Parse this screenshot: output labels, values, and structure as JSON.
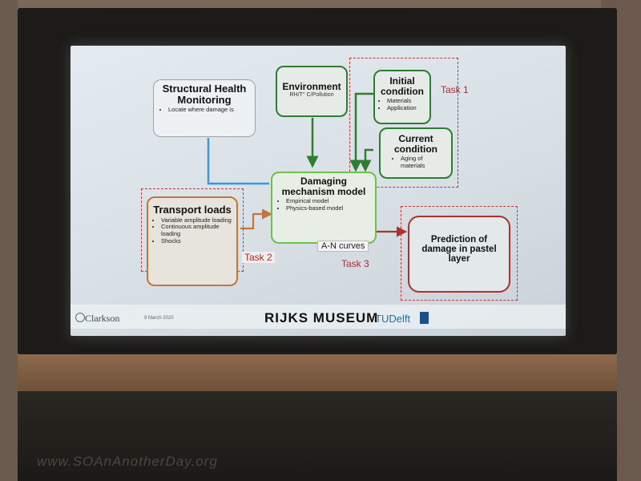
{
  "slide": {
    "structural": {
      "title": "Structural Health Monitoring",
      "bullets": [
        "Locate where damage is"
      ]
    },
    "environment": {
      "title": "Environment",
      "subtitle": "RH/T° C/Pollution"
    },
    "initial": {
      "title": "Initial condition",
      "bullets": [
        "Materials",
        "Application"
      ]
    },
    "current": {
      "title": "Current condition",
      "bullets": [
        "Aging of materials"
      ]
    },
    "damaging": {
      "title": "Damaging mechanism model",
      "bullets": [
        "Empirical model",
        "Physics-based model"
      ]
    },
    "transport": {
      "title": "Transport loads",
      "bullets": [
        "Variable amplitude loading",
        "Continuous amplitude loading",
        "Shocks"
      ]
    },
    "prediction": {
      "title": "Prediction of damage in pastel layer"
    },
    "an_curves": "A-N curves",
    "task1": "Task 1",
    "task2": "Task 2",
    "task3": "Task 3",
    "footer": {
      "org": "Clarkson",
      "date": "9 March 2020",
      "museum": "RIJKS MUSEUM",
      "delft": "TUDelft"
    }
  },
  "watermark": "www.SOAnAnotherDay.org",
  "colors": {
    "green": "#2e7d32",
    "orange": "#c8733a",
    "red": "#b03030",
    "blue": "#3a9ad9",
    "task": "#b02828"
  }
}
